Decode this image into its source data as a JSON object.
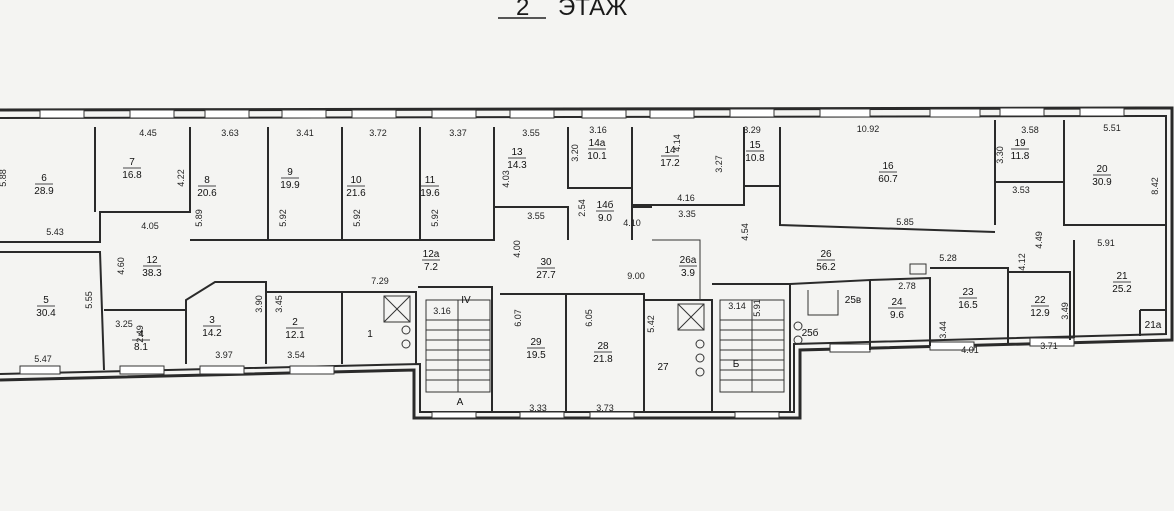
{
  "title": {
    "number": "2",
    "word": "ЭТАЖ"
  },
  "rooms": [
    {
      "num": "6",
      "area": "28.9"
    },
    {
      "num": "7",
      "area": "16.8"
    },
    {
      "num": "8",
      "area": "20.6"
    },
    {
      "num": "9",
      "area": "19.9"
    },
    {
      "num": "10",
      "area": "21.6"
    },
    {
      "num": "11",
      "area": "19.6"
    },
    {
      "num": "13",
      "area": "14.3"
    },
    {
      "num": "14а",
      "area": "10.1"
    },
    {
      "num": "14",
      "area": "17.2"
    },
    {
      "num": "15",
      "area": "10.8"
    },
    {
      "num": "16",
      "area": "60.7"
    },
    {
      "num": "19",
      "area": "11.8"
    },
    {
      "num": "20",
      "area": "30.9"
    },
    {
      "num": "12",
      "area": "38.3"
    },
    {
      "num": "14б",
      "area": "9.0"
    },
    {
      "num": "12а",
      "area": "7.2"
    },
    {
      "num": "30",
      "area": "27.7"
    },
    {
      "num": "26а",
      "area": "3.9"
    },
    {
      "num": "26",
      "area": "56.2"
    },
    {
      "num": "5",
      "area": "30.4"
    },
    {
      "num": "4",
      "area": "8.1"
    },
    {
      "num": "3",
      "area": "14.2"
    },
    {
      "num": "2",
      "area": "12.1"
    },
    {
      "num": "29",
      "area": "19.5"
    },
    {
      "num": "28",
      "area": "21.8"
    },
    {
      "num": "24",
      "area": "9.6"
    },
    {
      "num": "23",
      "area": "16.5"
    },
    {
      "num": "22",
      "area": "12.9"
    },
    {
      "num": "21",
      "area": "25.2"
    }
  ],
  "labels": [
    {
      "id": "1",
      "text": "1"
    },
    {
      "id": "27",
      "text": "27"
    },
    {
      "id": "25b",
      "text": "25б"
    },
    {
      "id": "25v",
      "text": "25в"
    },
    {
      "id": "21a",
      "text": "21а"
    },
    {
      "id": "stairA",
      "text": "А"
    },
    {
      "id": "stairB",
      "text": "Б"
    },
    {
      "id": "IV",
      "text": "IV"
    }
  ],
  "dimensions": [
    "5.88",
    "4.45",
    "3.63",
    "3.41",
    "3.72",
    "3.37",
    "3.55",
    "3.16",
    "4.14",
    "3.29",
    "10.92",
    "3.58",
    "5.51",
    "4.22",
    "5.89",
    "5.92",
    "5.92",
    "5.92",
    "4.03",
    "3.20",
    "3.27",
    "3.30",
    "8.42",
    "5.43",
    "4.05",
    "3.55",
    "2.54",
    "4.10",
    "4.16",
    "3.35",
    "4.54",
    "5.85",
    "3.53",
    "4.49",
    "5.91",
    "4.60",
    "4.00",
    "9.00",
    "5.55",
    "7.29",
    "3.90",
    "3.45",
    "3.16",
    "6.07",
    "6.05",
    "5.42",
    "3.14",
    "5.91",
    "5.28",
    "2.78",
    "4.12",
    "3.49",
    "3.44",
    "3.25",
    "2.49",
    "5.47",
    "3.97",
    "3.54",
    "3.33",
    "3.73",
    "4.01",
    "3.71"
  ]
}
